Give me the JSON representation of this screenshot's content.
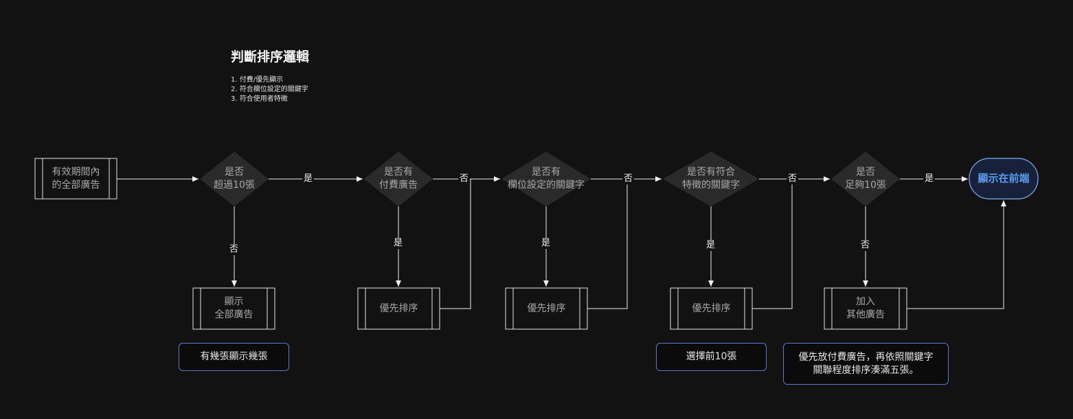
{
  "title": "判斷排序邏輯",
  "criteria": [
    "1. 付費/優先顯示",
    "2. 符合欄位設定的關鍵字",
    "3. 符合使用者特徵"
  ],
  "nodes": {
    "start": "有效期間內\n的全部廣告",
    "d_over10": "是否\n超過10張",
    "d_paid": "是否有\n付費廣告",
    "d_field_kw": "是否有\n欄位設定的關鍵字",
    "d_user_kw": "是否有符合\n特徵的關鍵字",
    "d_enough10": "是否\n足夠10張",
    "end": "顯示在前端",
    "p_show_all": "顯示\n全部廣告",
    "p_priority1": "優先排序",
    "p_priority2": "優先排序",
    "p_priority3": "優先排序",
    "p_add_other": "加入\n其他廣告"
  },
  "edge_labels": {
    "over10_yes": "是",
    "over10_no": "否",
    "paid_yes": "是",
    "paid_no": "否",
    "field_yes": "是",
    "field_no": "否",
    "user_yes": "是",
    "user_no": "否",
    "enough_yes": "是",
    "enough_no": "否"
  },
  "notes": {
    "show_all_note": "有幾張顯示幾張",
    "select_top_note": "選擇前10張",
    "fill_note": "優先放付費廣告，再依照關鍵字\n關聯程度排序湊滿五張。"
  },
  "colors": {
    "background": "#121212",
    "shape_border": "#e6e6e6",
    "diamond_fill": "#2a2a2a",
    "terminal_fill": "#17223a",
    "terminal_border": "#6f95d6",
    "terminal_text": "#5c9cf0",
    "note_border": "#5a7ac8"
  }
}
